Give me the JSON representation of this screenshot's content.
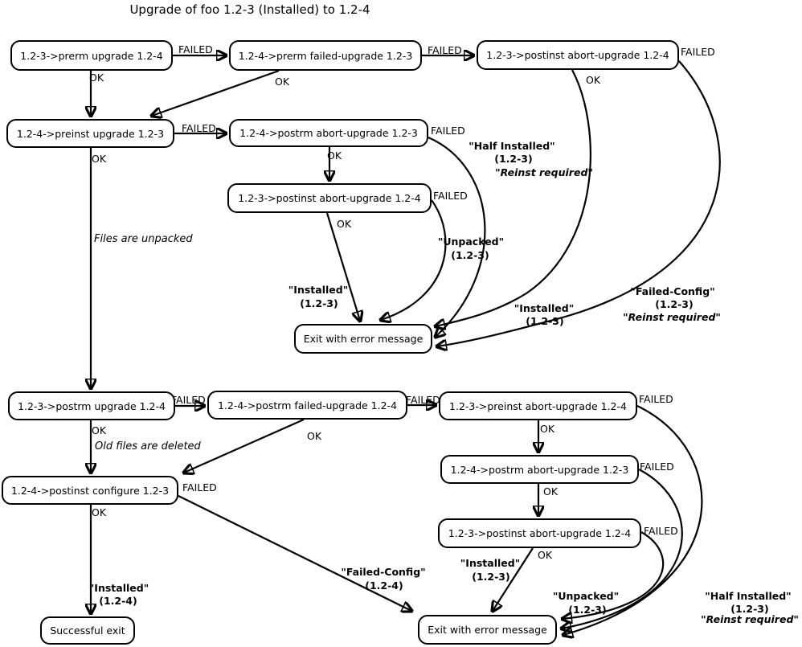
{
  "title": "Upgrade of foo 1.2-3 (Installed) to 1.2-4",
  "nodes": {
    "prerm_upgrade": {
      "label": "1.2-3->prerm upgrade 1.2-4"
    },
    "prerm_failed_upgrade": {
      "label": "1.2-4->prerm failed-upgrade 1.2-3"
    },
    "postinst_abort_1": {
      "label": "1.2-3->postinst abort-upgrade 1.2-4"
    },
    "preinst_upgrade": {
      "label": "1.2-4->preinst upgrade 1.2-3"
    },
    "postrm_abort_1": {
      "label": "1.2-4->postrm abort-upgrade 1.2-3"
    },
    "postinst_abort_2": {
      "label": "1.2-3->postinst abort-upgrade 1.2-4"
    },
    "exit_error_1": {
      "label": "Exit with error message"
    },
    "postrm_upgrade": {
      "label": "1.2-3->postrm upgrade 1.2-4"
    },
    "postrm_failed_upgrade": {
      "label": "1.2-4->postrm failed-upgrade 1.2-4"
    },
    "preinst_abort": {
      "label": "1.2-3->preinst abort-upgrade 1.2-4"
    },
    "postrm_abort_2": {
      "label": "1.2-4->postrm abort-upgrade 1.2-3"
    },
    "postinst_configure": {
      "label": "1.2-4->postinst configure 1.2-3"
    },
    "postinst_abort_3": {
      "label": "1.2-3->postinst abort-upgrade 1.2-4"
    },
    "success_exit": {
      "label": "Successful exit"
    },
    "exit_error_2": {
      "label": "Exit with error message"
    }
  },
  "edge_labels": {
    "failed": "FAILED",
    "ok": "OK"
  },
  "states": {
    "half_installed_top": {
      "l1": "\"Half Installed\"",
      "l2": "(1.2-3)",
      "l3": "\"Reinst required\""
    },
    "unpacked_top": {
      "l1": "\"Unpacked\"",
      "l2": "(1.2-3)"
    },
    "installed_top_left": {
      "l1": "\"Installed\"",
      "l2": "(1.2-3)"
    },
    "installed_top_right": {
      "l1": "\"Installed\"",
      "l2": "(1.2-3)"
    },
    "failed_config_top": {
      "l1": "\"Failed-Config\"",
      "l2": "(1.2-3)",
      "l3": "\"Reinst required\""
    },
    "installed_bottom_left": {
      "l1": "\"Installed\"",
      "l2": "(1.2-4)"
    },
    "failed_config_bottom": {
      "l1": "\"Failed-Config\"",
      "l2": "(1.2-4)"
    },
    "installed_bottom_mid": {
      "l1": "\"Installed\"",
      "l2": "(1.2-3)"
    },
    "unpacked_bottom": {
      "l1": "\"Unpacked\"",
      "l2": "(1.2-3)"
    },
    "half_installed_bottom": {
      "l1": "\"Half Installed\"",
      "l2": "(1.2-3)",
      "l3": "\"Reinst required\""
    }
  },
  "notes": {
    "files_unpacked": "Files are unpacked",
    "old_files_deleted": "Old files are deleted"
  }
}
